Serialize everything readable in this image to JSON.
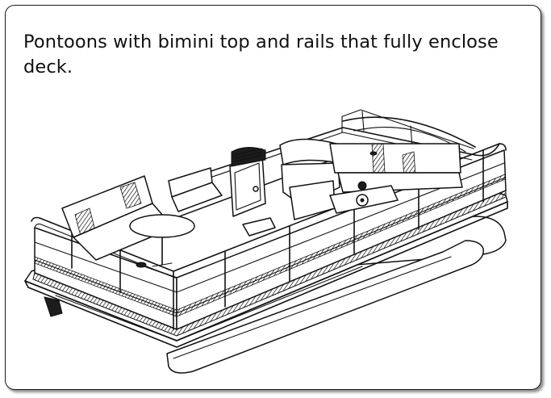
{
  "caption": {
    "text": "Pontoons with bimini top and rails that fully enclose deck."
  },
  "illustration": {
    "subject": "pontoon-boat-line-drawing",
    "style": "black-and-white line art"
  },
  "colors": {
    "border": "#1a1a1a",
    "ink": "#111111",
    "background": "#ffffff"
  }
}
